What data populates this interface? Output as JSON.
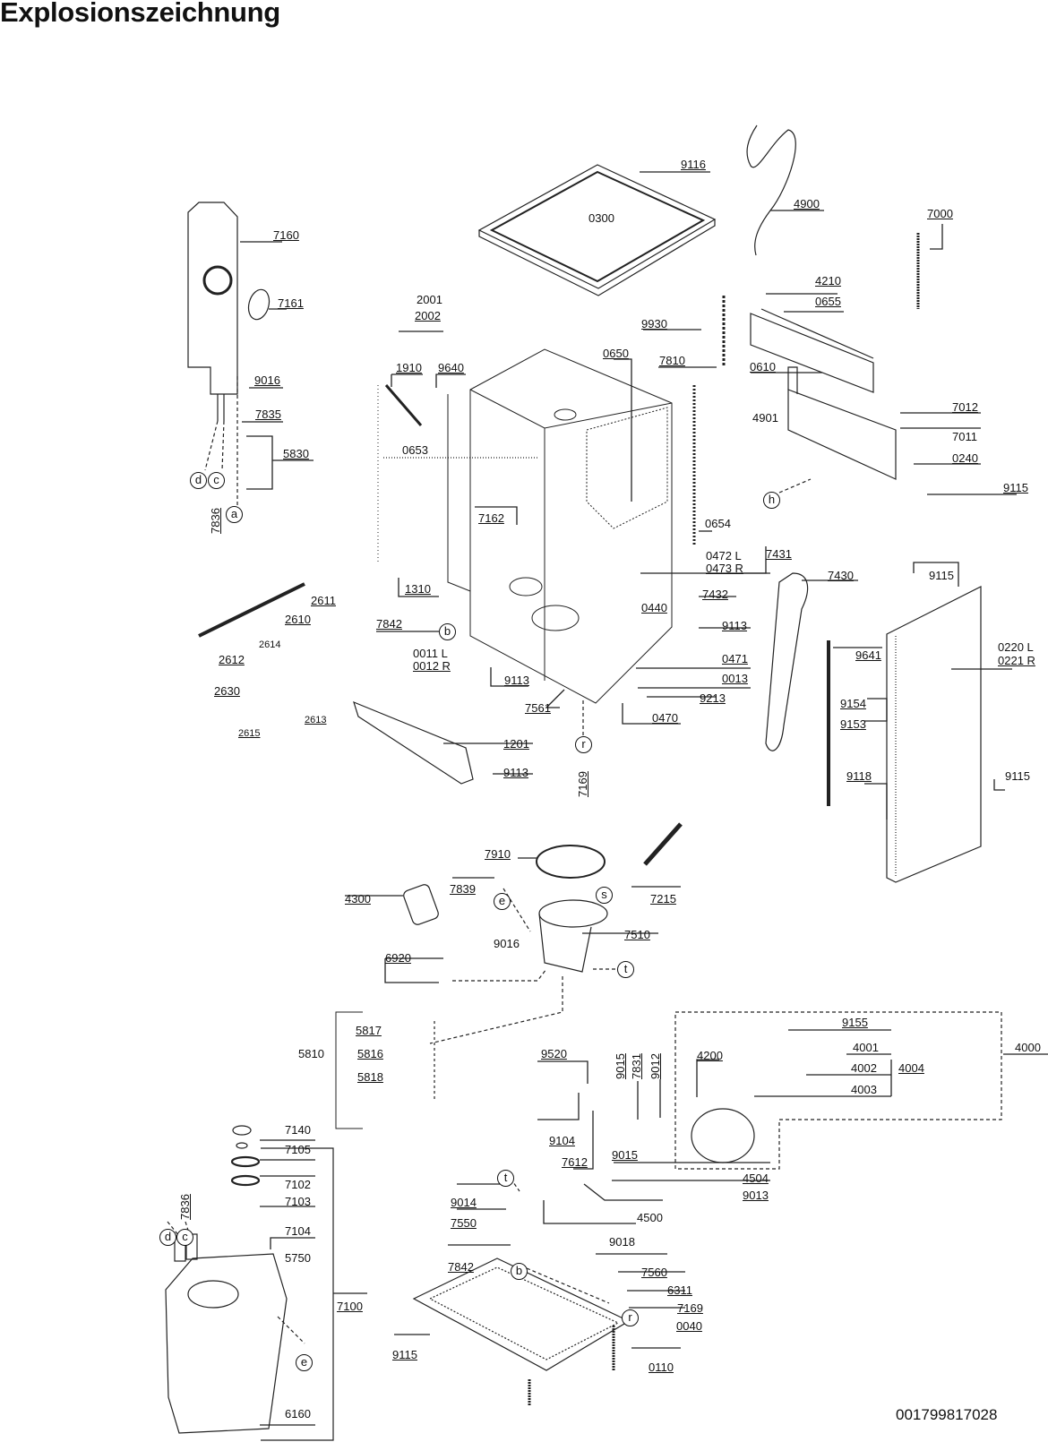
{
  "title": "Explosionszeichnung",
  "document_number": "001799817028",
  "part_labels": {
    "p0300": "0300",
    "p9116": "9116",
    "p4900": "4900",
    "p7000": "7000",
    "p7160": "7160",
    "p7161": "7161",
    "p9016a": "9016",
    "p7835": "7835",
    "p5830": "5830",
    "p7836a": "7836",
    "p2001": "2001",
    "p2002": "2002",
    "p1910": "1910",
    "p9640": "9640",
    "p0653": "0653",
    "p0650": "0650",
    "p4210": "4210",
    "p0655": "0655",
    "p9930": "9930",
    "p7810": "7810",
    "p0610": "0610",
    "p7012": "7012",
    "p7011": "7011",
    "p4901": "4901",
    "p0240": "0240",
    "p9115a": "9115",
    "p7162": "7162",
    "p0654": "0654",
    "p2611": "2611",
    "p2610": "2610",
    "p2612": "2612",
    "p2614": "2614",
    "p2630": "2630",
    "p2615": "2615",
    "p2613": "2613",
    "p1310": "1310",
    "p7842a": "7842",
    "p0011": "0011 L",
    "p0012": "0012 R",
    "p9113a": "9113",
    "p0472": "0472 L",
    "p0473": "0473 R",
    "p7432": "7432",
    "p0440": "0440",
    "p9113b": "9113",
    "p0471": "0471",
    "p0013": "0013",
    "p9213": "9213",
    "p7561": "7561",
    "p0470": "0470",
    "p1201": "1201",
    "p9113c": "9113",
    "p7169a": "7169",
    "p7431": "7431",
    "p7430": "7430",
    "p9115b": "9115",
    "p9641": "9641",
    "p0220": "0220 L",
    "p0221": "0221 R",
    "p9154": "9154",
    "p9153": "9153",
    "p9118": "9118",
    "p9115c": "9115",
    "p7910": "7910",
    "p4300": "4300",
    "p7839": "7839",
    "p7215": "7215",
    "p9016b": "9016",
    "p7510": "7510",
    "p6920": "6920",
    "p5810": "5810",
    "p5817": "5817",
    "p5816": "5816",
    "p5818": "5818",
    "p9155": "9155",
    "p4000": "4000",
    "p4001": "4001",
    "p4002": "4002",
    "p4004": "4004",
    "p4003": "4003",
    "p9520": "9520",
    "p9015a": "9015",
    "p7831": "7831",
    "p9012": "9012",
    "p4200": "4200",
    "p9104": "9104",
    "p7612": "7612",
    "p9015b": "9015",
    "p4504": "4504",
    "p9013": "9013",
    "p9014": "9014",
    "p7550": "7550",
    "p4500": "4500",
    "p9018": "9018",
    "p7842b": "7842",
    "p7560": "7560",
    "p6311": "6311",
    "p7169b": "7169",
    "p0040": "0040",
    "p9115d": "9115",
    "p0110": "0110",
    "p7140": "7140",
    "p7105": "7105",
    "p7102": "7102",
    "p7103": "7103",
    "p7104": "7104",
    "p5750": "5750",
    "p7100": "7100",
    "p6160": "6160",
    "p7836b": "7836"
  },
  "connector_markers": {
    "a": "a",
    "b": "b",
    "c": "c",
    "d": "d",
    "e": "e",
    "h": "h",
    "r": "r",
    "s": "s",
    "t": "t"
  }
}
